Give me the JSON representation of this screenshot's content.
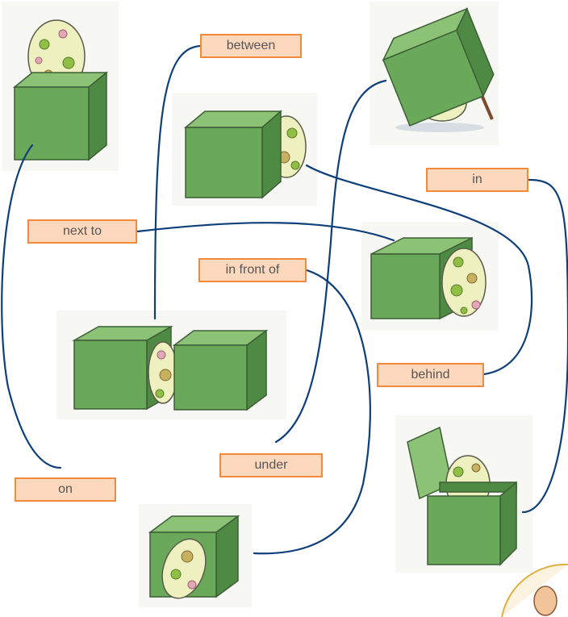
{
  "labels": {
    "between": "between",
    "in": "in",
    "next_to": "next to",
    "in_front_of": "in front of",
    "behind": "behind",
    "under": "under",
    "on": "on"
  },
  "colors": {
    "label_fill": "#fdd8bd",
    "label_border": "#f28a3b",
    "label_text": "#555555",
    "line": "#0e3f7a",
    "box_front": "#6aa85a",
    "box_top": "#8cc276",
    "box_side": "#4f8a45",
    "egg": "#eef0c0"
  },
  "pictures": [
    {
      "name": "egg-on-box"
    },
    {
      "name": "egg-behind-box"
    },
    {
      "name": "egg-under-box"
    },
    {
      "name": "egg-next-to-box"
    },
    {
      "name": "egg-between-boxes"
    },
    {
      "name": "egg-in-box"
    },
    {
      "name": "egg-in-front-of-box"
    }
  ]
}
